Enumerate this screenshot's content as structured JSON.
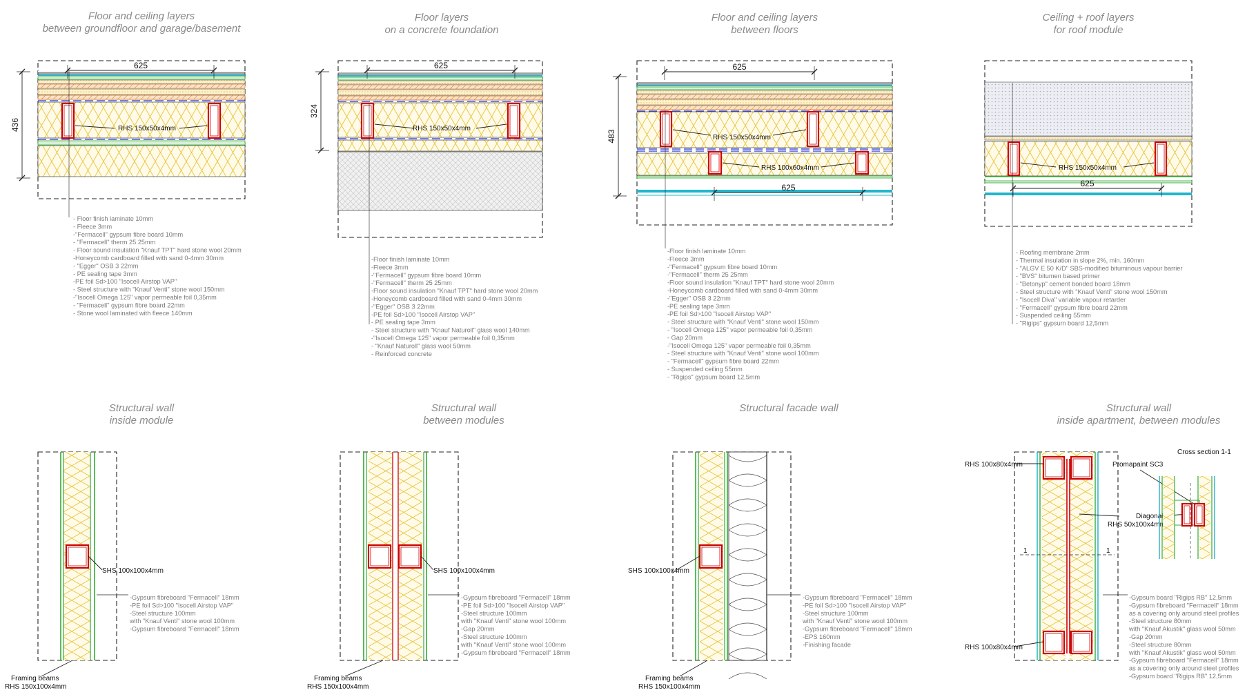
{
  "titles": [
    {
      "line1": "Floor and ceiling layers",
      "line2": "between groundfloor and garage/basement"
    },
    {
      "line1": "Floor layers",
      "line2": "on a concrete foundation"
    },
    {
      "line1": "Floor and ceiling layers",
      "line2": "between floors"
    },
    {
      "line1": "Ceiling + roof layers",
      "line2": "for roof module"
    },
    {
      "line1": "Structural wall",
      "line2": "inside module"
    },
    {
      "line1": "Structural wall",
      "line2": "between modules"
    },
    {
      "line1": "Structural facade wall",
      "line2": ""
    },
    {
      "line1": "Structural wall",
      "line2": "inside apartment, between modules"
    }
  ],
  "dimensions": {
    "d625": "625",
    "d436": "436",
    "d324": "324",
    "d483": "483"
  },
  "profiles": {
    "rhs150x50": "RHS 150x50x4mm",
    "rhs100x60": "RHS 100x60x4mm",
    "shs100": "SHS 100x100x4mm",
    "rhs100x80": "RHS 100x80x4mm",
    "framing_line1": "Framing beams",
    "framing_line2": "RHS 150x100x4mm",
    "promapaint": "Promapaint  SC3",
    "cross_section": "Cross section 1-1",
    "diagonals_line1": "Diagonals",
    "diagonals_line2": "RHS 50x100x4mm",
    "section_mark": "1"
  },
  "layers": {
    "floor_basement": [
      "- Floor finish laminate 10mm",
      "- Fleece 3mm",
      "-\"Fermacell\" gypsum fibre board 10mm",
      "- \"Fermacell\" therm 25 25mm",
      "- Floor sound insulation \"Knauf TPT\" hard stone wool 20mm",
      "-Honeycomb cardboard filled with sand 0-4mm 30mm",
      "- \"Egger\" OSB 3 22mm",
      "- PE sealing tape 3mm",
      "-PE foil Sd>100 \"Isocell Airstop VAP\"",
      "- Steel structure with \"Knauf Venti\" stone wool 150mm",
      "-\"Isocell Omega 125\" vapor permeable foil 0,35mm",
      "- \"Fermacell\" gypsum fibre board 22mm",
      "- Stone wool laminated with fleece 140mm"
    ],
    "floor_concrete": [
      "-Floor finish laminate 10mm",
      "-Fleece 3mm",
      "-\"Fermacell\" gypsum fibre board 10mm",
      "-\"Fermacell\" therm 25 25mm",
      "-Floor sound insulation \"Knauf TPT\" hard stone wool 20mm",
      "-Honeycomb cardboard filled with sand 0-4mm 30mm",
      "-\"Egger\" OSB 3 22mm",
      "-PE foil Sd>100 \"Isocell Airstop VAP\"",
      "- PE sealing tape 3mm",
      "- Steel structure with \"Knauf Naturoll\" glass wool 140mm",
      "-\"Isocell Omega 125\" vapor permeable foil 0,35mm",
      "- \"Knauf Naturoll\" glass wool 50mm",
      "- Reinforced concrete"
    ],
    "floor_between": [
      "-Floor finish laminate 10mm",
      "-Fleece 3mm",
      "-\"Fermacell\" gypsum fibre board 10mm",
      "-\"Fermacell\" therm 25 25mm",
      "-Floor sound insulation \"Knauf TPT\" hard stone wool 20mm",
      "-Honeycomb cardboard filled with sand 0-4mm 30mm",
      "-\"Egger\" OSB 3 22mm",
      "-PE sealing tape 3mm",
      "-PE foil Sd>100 \"Isocell Airstop VAP\"",
      "- Steel structure with \"Knauf Venti\" stone wool 150mm",
      "- \"Isocell Omega 125\" vapor permeable foil 0,35mm",
      "- Gap 20mm",
      "-\"Isocell Omega 125\" vapor permeable foil 0,35mm",
      "- Steel structure with \"Knauf Venti\" stone wool 100mm",
      "- \"Fermacell\" gypsum fibre board 22mm",
      "- Suspended ceiling 55mm",
      "- \"Rigips\" gypsum board 12,5mm"
    ],
    "roof": [
      "- Roofing membrane 2mm",
      "- Thermal insulation in slope 2%, min. 160mm",
      "- \"ALGV E 50 K/D\" SBS-modified bituminous vapour barrier",
      "- \"BVS\" bitumen based primer",
      "- \"Betonyp\" cement bonded board 18mm",
      "- Steel structure with \"Knauf Venti\" stone wool 150mm",
      "- \"Isocell Diva\" variable vapour retarder",
      "- \"Fermacell\" gypsum fibre board 22mm",
      "- Suspended ceiling 55mm",
      "- \"Rigips\" gypsum board 12,5mm"
    ],
    "wall_inside": [
      "-Gypsum fibreboard \"Fermacell\" 18mm",
      "-PE foil Sd>100 \"Isocell Airstop VAP\"",
      "-Steel structure 100mm",
      "  with \"Knauf Venti\" stone wool 100mm",
      "-Gypsum fibreboard \"Fermacell\" 18mm"
    ],
    "wall_between": [
      "-Gypsum fibreboard \"Fermacell\" 18mm",
      "-PE foil Sd>100 \"Isocell Airstop VAP\"",
      "-Steel structure 100mm",
      "  with \"Knauf Venti\" stone wool 100mm",
      "-Gap 20mm",
      "-Steel structure 100mm",
      "  with \"Knauf Venti\" stone wool 100mm",
      "-Gypsum fibreboard \"Fermacell\" 18mm"
    ],
    "wall_facade": [
      "-Gypsum fibreboard \"Fermacell\" 18mm",
      "-PE foil Sd>100 \"Isocell Airstop VAP\"",
      "-Steel structure 100mm",
      "  with \"Knauf Venti\" stone wool 100mm",
      "-Gypsum fibreboard \"Fermacell\" 18mm",
      "-EPS 160mm",
      "-Finishing facade"
    ],
    "wall_apartment": [
      "-Gypsum board \"Rigips RB\" 12,5mm",
      "-Gypsum fibreboard \"Fermacell\" 18mm",
      "  as a covering only around steel profiles",
      "-Steel structure 80mm",
      "  with \"Knauf Akustik\" glass wool 50mm",
      "-Gap 20mm",
      "-Steel structure 80mm",
      "  with \"Knauf Akustik\" glass wool 50mm",
      "-Gypsum fibreboard \"Fermacell\" 18mm",
      "  as a covering only around steel profiles",
      "-Gypsum board \"Rigips RB\" 12,5mm"
    ]
  },
  "colors": {
    "steel_profile": "#cc0000",
    "insulation": "#e8c33a",
    "board_green": "#33aa33",
    "board_cyan": "#22b5cc",
    "foil_blue": "#2233cc",
    "osb": "#c8702a",
    "lines": "#222222"
  }
}
